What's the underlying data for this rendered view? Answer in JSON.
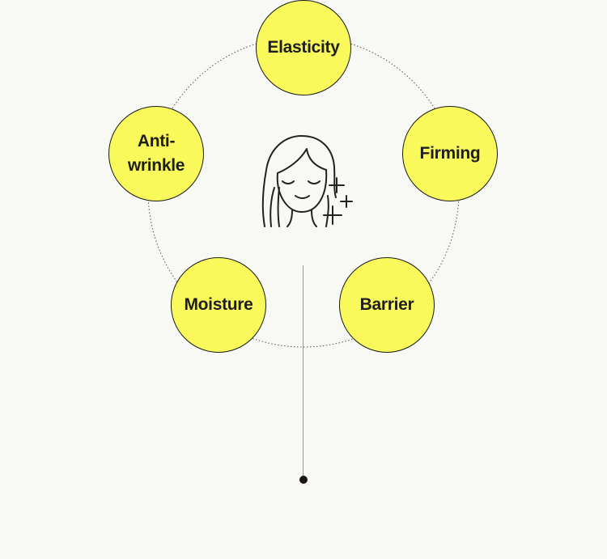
{
  "diagram": {
    "center_icon": "woman-face-sparkle-icon",
    "colors": {
      "node_fill": "#f9f95c",
      "node_stroke": "#1a1a1a",
      "background": "#f8f8f4"
    },
    "nodes": [
      {
        "id": "elasticity",
        "label": "Elasticity"
      },
      {
        "id": "firming",
        "label": "Firming"
      },
      {
        "id": "barrier",
        "label": "Barrier"
      },
      {
        "id": "moisture",
        "label": "Moisture"
      },
      {
        "id": "antiwrinkle",
        "label": "Anti-\nwrinkle"
      }
    ]
  }
}
